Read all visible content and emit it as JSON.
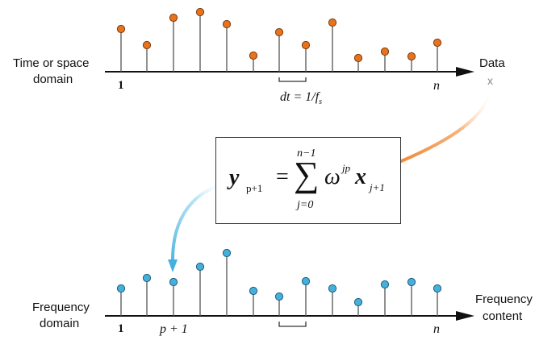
{
  "diagram": {
    "time_domain_label_line1": "Time or space",
    "time_domain_label_line2": "domain",
    "data_label": "Data",
    "data_marker": "x",
    "top_index_start": "1",
    "top_index_end": "n",
    "dt_label": "dt = 1/f",
    "dt_subscript": "s",
    "frequency_domain_label_line1": "Frequency",
    "frequency_domain_label_line2": "domain",
    "frequency_content_line1": "Frequency",
    "frequency_content_line2": "content",
    "bottom_index_start": "1",
    "bottom_index_p": "p + 1",
    "bottom_index_end": "n",
    "formula": {
      "lhs": "y",
      "lhs_sub": "p+1",
      "equals": "=",
      "sum_upper": "n−1",
      "sum_symbol": "∑",
      "sum_lower": "j=0",
      "omega": "ω",
      "omega_sup": "jp",
      "x": "x",
      "x_sub": "j+1"
    },
    "colors": {
      "time_samples": "#e8731e",
      "freq_samples": "#45b0dd",
      "axis": "#111111",
      "stem": "#555555",
      "arrow_orange": "#f07a1e",
      "arrow_blue": "#45b0dd"
    }
  }
}
